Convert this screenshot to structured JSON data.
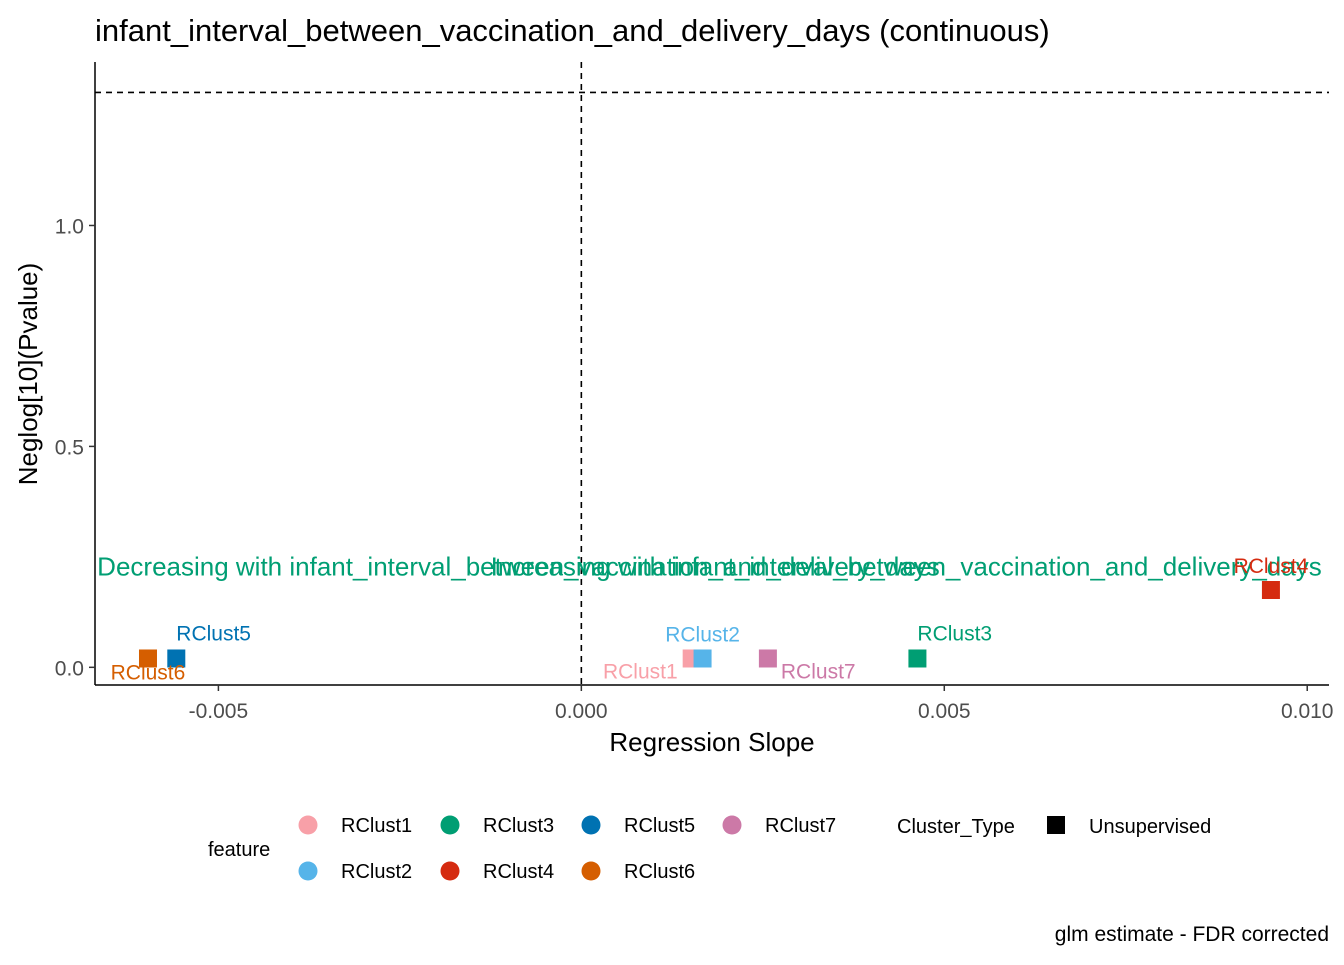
{
  "chart_data": {
    "type": "scatter",
    "title": "infant_interval_between_vaccination_and_delivery_days (continuous)",
    "xlabel": "Regression Slope",
    "ylabel": "Neglog[10](Pvalue)",
    "caption": "glm estimate - FDR corrected",
    "xlim": [
      -0.0067,
      0.0103
    ],
    "ylim": [
      -0.04,
      1.37
    ],
    "x_ticks": [
      -0.005,
      0.0,
      0.005,
      0.01
    ],
    "x_tick_labels": [
      "-0.005",
      "0.000",
      "0.005",
      "0.010"
    ],
    "y_ticks": [
      0.0,
      0.5,
      1.0
    ],
    "y_tick_labels": [
      "0.0",
      "0.5",
      "1.0"
    ],
    "grid": false,
    "reference_lines": {
      "vertical_x": 0,
      "horizontal_y": 1.301
    },
    "annotations": [
      {
        "text": "Decreasing with infant_interval_between_vaccination_and_delivery_days",
        "color": "#009E73",
        "x": -0.00667,
        "y": 0.23,
        "anchor": "start"
      },
      {
        "text": "Increasing with infant_interval_between_vaccination_and_delivery_days",
        "color": "#009E73",
        "x": 0.0102,
        "y": 0.23,
        "anchor": "end"
      }
    ],
    "points": [
      {
        "label": "RClust1",
        "x": 0.00152,
        "y": 0.02,
        "color": "#F8A0A8",
        "label_pos": "below-left"
      },
      {
        "label": "RClust2",
        "x": 0.00167,
        "y": 0.02,
        "color": "#56B4E9",
        "label_pos": "above"
      },
      {
        "label": "RClust3",
        "x": 0.00463,
        "y": 0.02,
        "color": "#009E73",
        "label_pos": "above-right"
      },
      {
        "label": "RClust4",
        "x": 0.0095,
        "y": 0.175,
        "color": "#D52B10",
        "label_pos": "above"
      },
      {
        "label": "RClust5",
        "x": -0.00558,
        "y": 0.02,
        "color": "#0072B2",
        "label_pos": "above-right"
      },
      {
        "label": "RClust6",
        "x": -0.00597,
        "y": 0.02,
        "color": "#D55E00",
        "label_pos": "below"
      },
      {
        "label": "RClust7",
        "x": 0.00257,
        "y": 0.02,
        "color": "#CC79A7",
        "label_pos": "below-right"
      }
    ],
    "legend": {
      "position": "bottom",
      "feature_title": "feature",
      "feature_items": [
        {
          "label": "RClust1",
          "color": "#F8A0A8"
        },
        {
          "label": "RClust2",
          "color": "#56B4E9"
        },
        {
          "label": "RClust3",
          "color": "#009E73"
        },
        {
          "label": "RClust4",
          "color": "#D52B10"
        },
        {
          "label": "RClust5",
          "color": "#0072B2"
        },
        {
          "label": "RClust6",
          "color": "#D55E00"
        },
        {
          "label": "RClust7",
          "color": "#CC79A7"
        }
      ],
      "type_title": "Cluster_Type",
      "type_items": [
        {
          "label": "Unsupervised",
          "shape": "square",
          "color": "#000000"
        }
      ]
    }
  }
}
